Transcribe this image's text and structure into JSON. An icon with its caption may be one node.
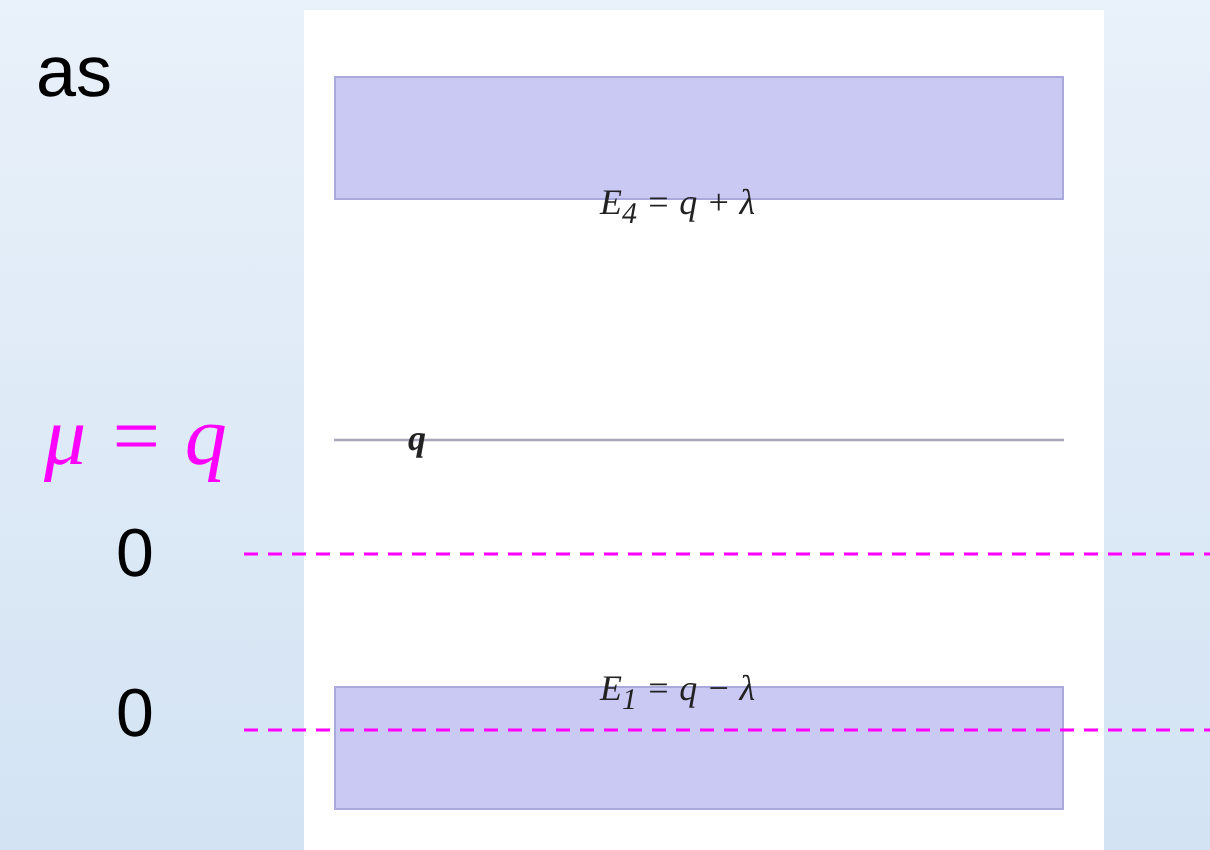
{
  "diagram": {
    "nodes": [
      {
        "text": [
          "E$_{4}$ = q + λ"
        ]
      },
      {
        "text": [
          "E$_{1}$ = q − λ"
        ]
      }
    ],
    "labels": [
      "as",
      "μ = q",
      "q",
      "0",
      "0"
    ]
  }
}
